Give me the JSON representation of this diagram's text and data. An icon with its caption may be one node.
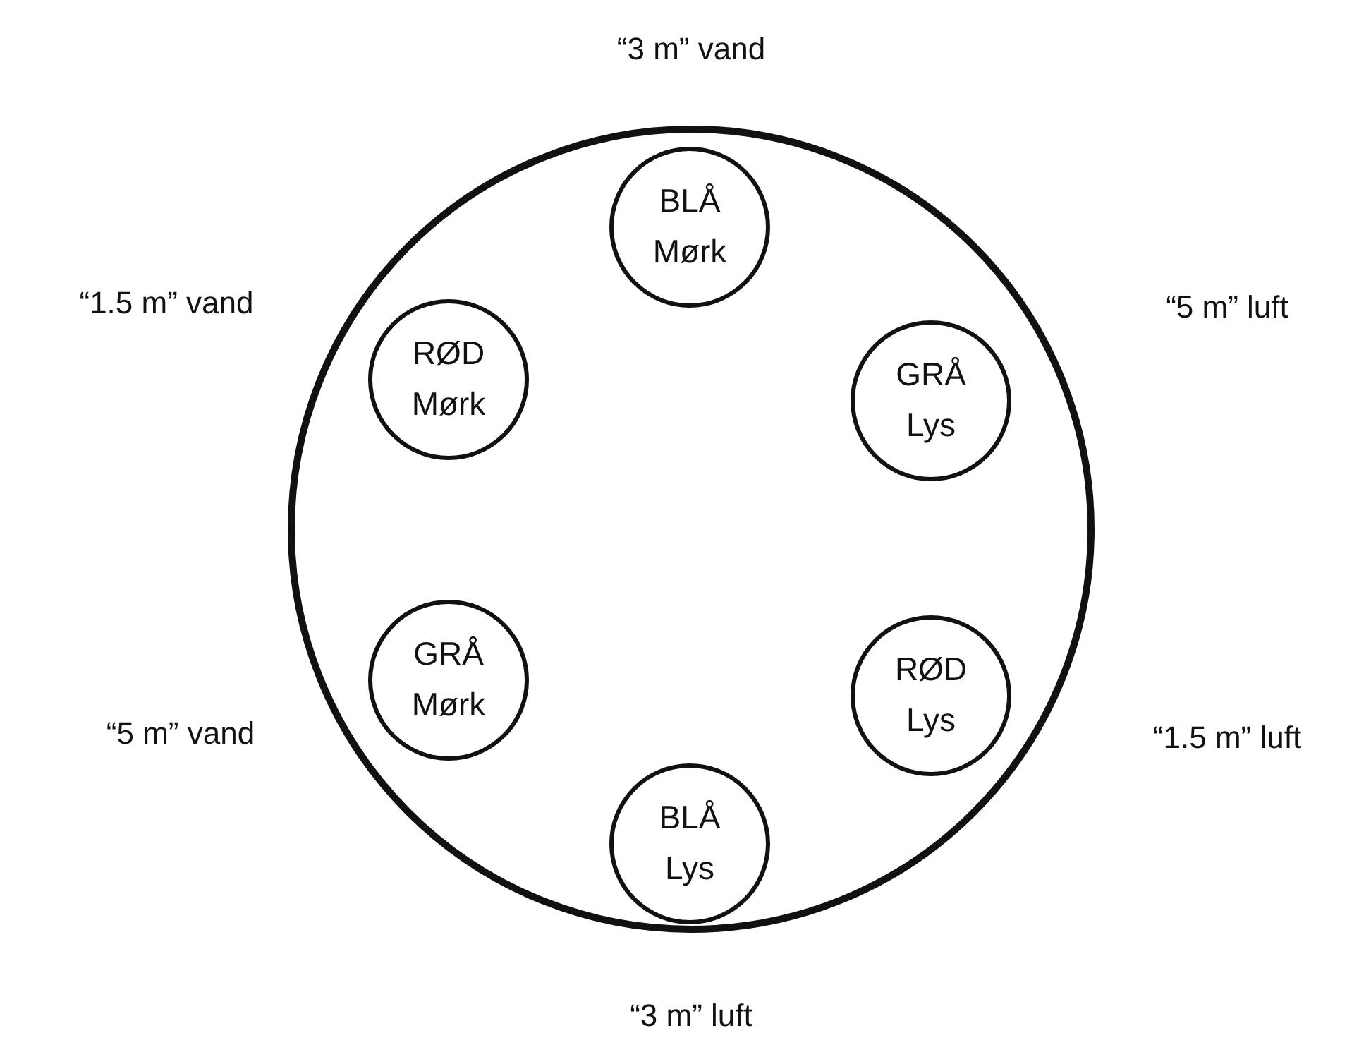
{
  "diagram": {
    "nodes": [
      {
        "text": [],
        "shape": "circle"
      },
      {
        "text": [
          "BLÅ Mørk"
        ],
        "in": 0
      },
      {
        "text": [
          "RØD Mørk"
        ],
        "in": 0
      },
      {
        "text": [
          "GRÅ Lys"
        ],
        "in": 0
      },
      {
        "text": [
          "GRÅ Mørk"
        ],
        "in": 0
      },
      {
        "text": [
          "RØD Lys"
        ],
        "in": 0
      },
      {
        "text": [
          "BLÅ Lys"
        ],
        "in": 0
      }
    ],
    "labels": [
      "“3 m” vand",
      "“1.5 m” vand",
      "“5 m” luft",
      "“5 m” vand",
      "“1.5 m” luft",
      "“3 m” luft"
    ]
  }
}
